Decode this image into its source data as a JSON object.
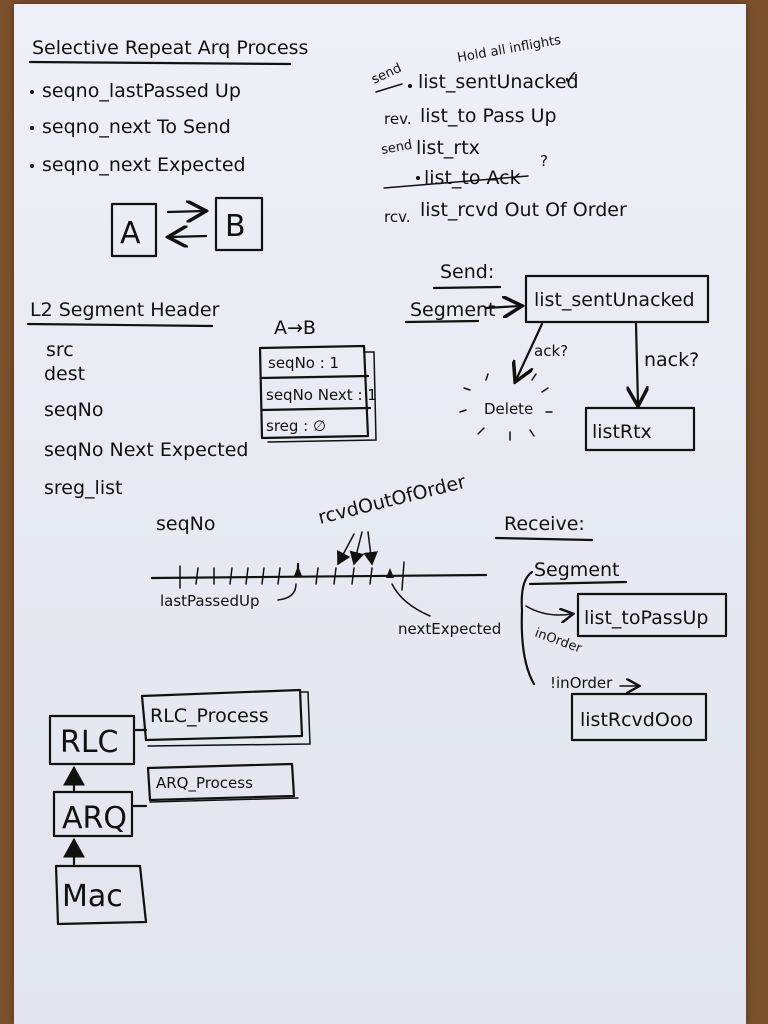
{
  "title": "Selective Repeat Arq Process",
  "vars": [
    "seqno_lastPassed Up",
    "seqno_next To Send",
    "seqno_next Expected"
  ],
  "nodes": {
    "a": "A",
    "b": "B"
  },
  "lists": {
    "hold_note": "Hold all inflights",
    "items": [
      {
        "prefix": "send",
        "text": "list_sentUnacked",
        "mark": "✓"
      },
      {
        "prefix": "rev.",
        "text": "list_to Pass Up",
        "mark": ""
      },
      {
        "prefix": "send",
        "text": "list_rtx",
        "mark": ""
      },
      {
        "prefix": "",
        "text": "list_to Ack",
        "mark": "?"
      },
      {
        "prefix": "rcv.",
        "text": "list_rcvd Out Of Order",
        "mark": ""
      }
    ]
  },
  "header": {
    "title": "L2 Segment Header",
    "fields": [
      "src",
      "dest",
      "seqNo",
      "seqNo Next Expected",
      "sreg_list"
    ]
  },
  "packet": {
    "label": "A→B",
    "rows": [
      "seqNo : 1",
      "seqNo Next : 1",
      "sreg : ∅"
    ]
  },
  "send_flow": {
    "title": "Send:",
    "input": "Segment",
    "box": "list_sentUnacked",
    "ack": "ack?",
    "nack": "nack?",
    "delete": "Delete",
    "rtx": "listRtx"
  },
  "seq_line": {
    "label": "seqNo",
    "ooo": "rcvdOutOfOrder",
    "last": "lastPassedUp",
    "next": "nextExpected"
  },
  "receive_flow": {
    "title": "Receive:",
    "input": "Segment",
    "in_order": "inOrder",
    "not_in_order": "!inOrder",
    "box1": "list_toPassUp",
    "box2": "listRcvdOoo"
  },
  "stack": {
    "rlc": "RLC",
    "arq": "ARQ",
    "mac": "Mac",
    "rlc_process": "RLC_Process",
    "arq_process": "ARQ_Process"
  }
}
